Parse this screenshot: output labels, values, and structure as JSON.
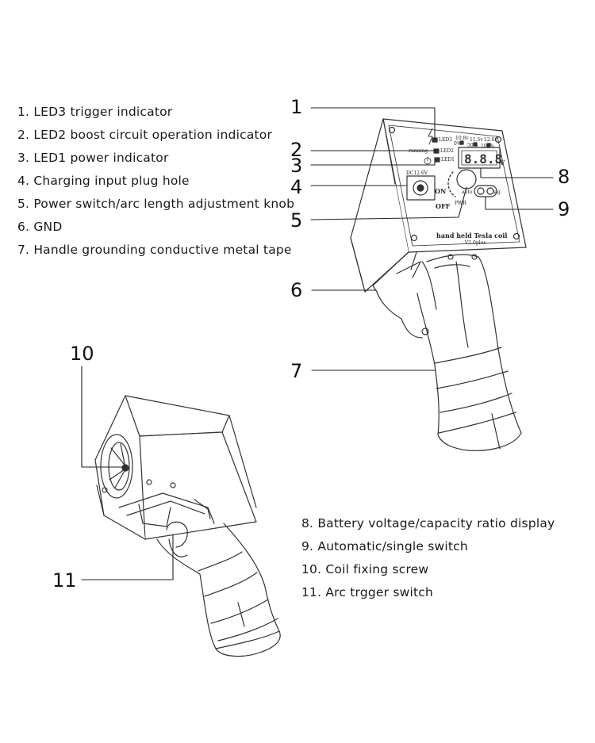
{
  "legend_top": [
    "1. LED3 trigger indicator",
    "2. LED2 boost circuit operation indicator",
    "3. LED1 power indicator",
    "4. Charging input plug hole",
    "5. Power switch/arc length adjustment knob",
    "6. GND",
    "7. Handle grounding conductive metal tape"
  ],
  "legend_bottom": [
    "8. Battery voltage/capacity ratio display",
    "9. Automatic/single switch",
    "10. Coil fixing screw",
    "11. Arc trgger switch"
  ],
  "callouts": [
    "1",
    "2",
    "3",
    "4",
    "5",
    "6",
    "7",
    "8",
    "9",
    "10",
    "11"
  ],
  "device_labels": {
    "running": "running",
    "led3": "LED3",
    "led2": "LED2",
    "led1": "LED1",
    "dc_input": "DC12.6V",
    "on": "ON",
    "off": "OFF",
    "pwr": "PWR",
    "volt_1": "10.8v",
    "volt_2": "11.5v",
    "volt_3": "12.6v",
    "pct_1": "0%",
    "pct_2": "50%",
    "pct_3": "100%",
    "display_digits": "8.8.8",
    "display_unit": "V",
    "auto": "auto",
    "sig": "sig",
    "brand": "hand held Tesla coil",
    "version": "V2.0plus"
  },
  "colors": {
    "line": "#333333",
    "text": "#1a1a1a",
    "background": "#ffffff"
  }
}
